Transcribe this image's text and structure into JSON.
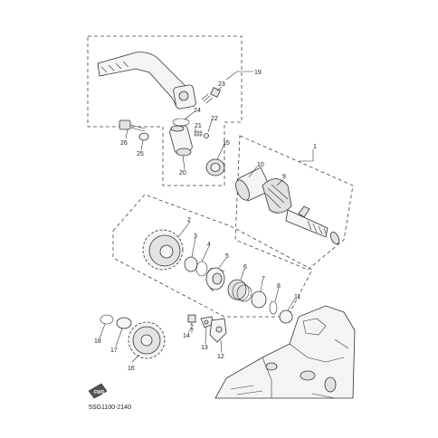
{
  "diagram_code": "5SG1100-2140",
  "fwd_mark": "FWD",
  "callouts": [
    {
      "id": "c1",
      "text": "1"
    },
    {
      "id": "c2",
      "text": "2"
    },
    {
      "id": "c3",
      "text": "3"
    },
    {
      "id": "c4",
      "text": "4"
    },
    {
      "id": "c5",
      "text": "5"
    },
    {
      "id": "c6",
      "text": "6"
    },
    {
      "id": "c7",
      "text": "7"
    },
    {
      "id": "c8",
      "text": "8"
    },
    {
      "id": "c9",
      "text": "9"
    },
    {
      "id": "c10",
      "text": "10"
    },
    {
      "id": "c11",
      "text": "11"
    },
    {
      "id": "c12",
      "text": "12"
    },
    {
      "id": "c13",
      "text": "13"
    },
    {
      "id": "c14",
      "text": "14"
    },
    {
      "id": "c15",
      "text": "15"
    },
    {
      "id": "c16",
      "text": "16"
    },
    {
      "id": "c17",
      "text": "17"
    },
    {
      "id": "c18",
      "text": "18"
    },
    {
      "id": "c19",
      "text": "19"
    },
    {
      "id": "c20",
      "text": "20"
    },
    {
      "id": "c21",
      "text": "21"
    },
    {
      "id": "c22",
      "text": "22"
    },
    {
      "id": "c23",
      "text": "23"
    },
    {
      "id": "c24",
      "text": "24"
    },
    {
      "id": "c25",
      "text": "25"
    },
    {
      "id": "c26",
      "text": "26"
    }
  ]
}
